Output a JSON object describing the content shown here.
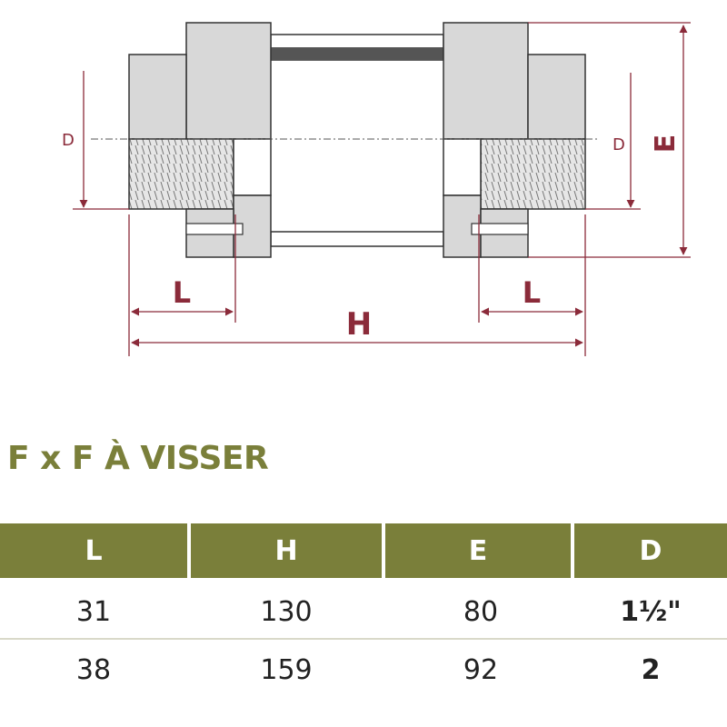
{
  "diagram": {
    "labels": {
      "d_left": "D",
      "d_right": "D",
      "e": "E",
      "l_left": "L",
      "l_right": "L",
      "h": "H"
    }
  },
  "title": "F x F À VISSER",
  "table": {
    "headers": [
      "L",
      "H",
      "E",
      "D"
    ],
    "rows": [
      [
        "31",
        "130",
        "80",
        "1½\""
      ],
      [
        "38",
        "159",
        "92",
        "2"
      ]
    ]
  },
  "colors": {
    "accent": "#7a7f3a",
    "dimension_line": "#8b2b3a",
    "part_fill": "#d8d8d8",
    "outline": "#333333"
  }
}
